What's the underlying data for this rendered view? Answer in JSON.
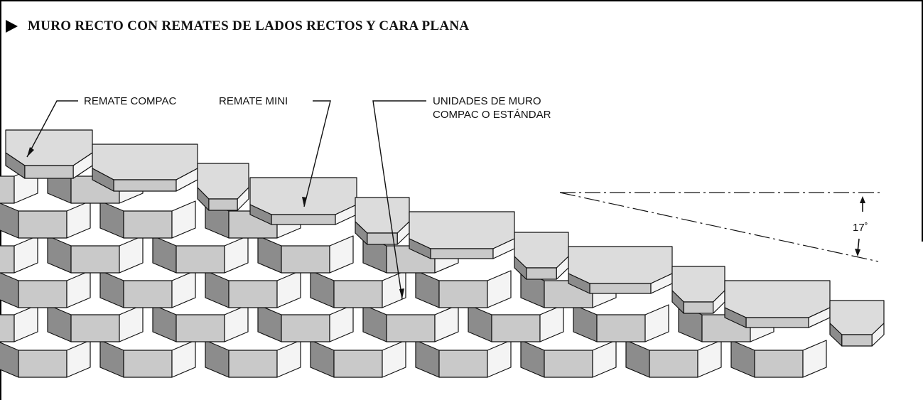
{
  "title": "MURO RECTO CON REMATES DE LADOS RECTOS Y CARA PLANA",
  "labels": {
    "remate_compac": "REMATE COMPAC",
    "remate_mini": "REMATE MINI",
    "unidades_line1": "UNIDADES DE MURO",
    "unidades_line2": "COMPAC O ESTÁNDAR",
    "angle": "17˚"
  },
  "colors": {
    "light": "#f4f4f4",
    "face": "#c9c9c9",
    "top": "#dcdcdc",
    "dark": "#8c8c8c",
    "line": "#111111"
  }
}
